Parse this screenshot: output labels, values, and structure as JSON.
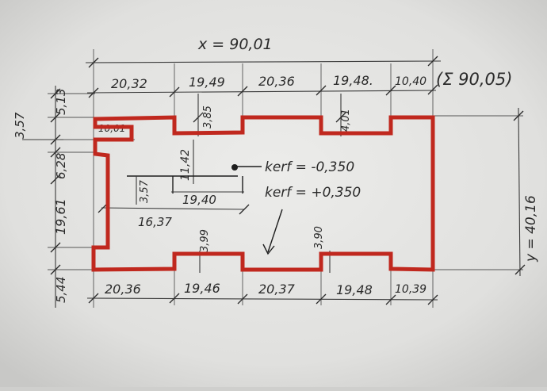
{
  "overall_x": "x = 90,01",
  "sum_note": "(Σ 90,05)",
  "overall_y": "y = 40,16",
  "top_segments": [
    "20,32",
    "19,49",
    "20,36",
    "19,48.",
    "10,40"
  ],
  "bottom_segments": [
    "20,36",
    "19,46",
    "20,37",
    "19,48",
    "10,39"
  ],
  "left_dims": [
    "3,57",
    "5,13",
    "6,28",
    "19,61",
    "5,44"
  ],
  "notch_depths_top": [
    "3,85",
    "4,01"
  ],
  "notch_depths_bottom": [
    "3,99",
    "3,90"
  ],
  "inner_dims": {
    "tab_width": "10,01",
    "center_height": "11,42",
    "slot_height": "3,57",
    "slot_width": "19,40",
    "offset_width": "16,37"
  },
  "kerf_inner": "kerf = -0,350",
  "kerf_outer": "kerf = +0,350",
  "colors": {
    "cut_line": "#c0281e",
    "paper": "#e6e6e4",
    "ink": "#1d1d1d"
  }
}
